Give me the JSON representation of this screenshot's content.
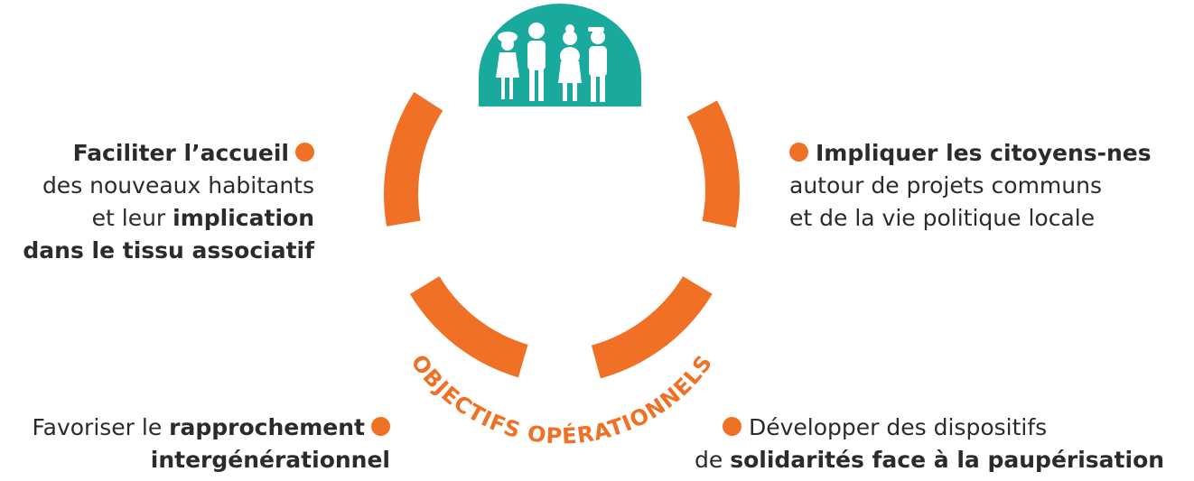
{
  "colors": {
    "accent": "#f07125",
    "illustration": "#1aa99d",
    "text": "#2b2b2b"
  },
  "illustration": {
    "icon": "group-of-people-icon"
  },
  "center_label": "OBJECTIFS OPÉRATIONNELS",
  "objectives": {
    "top_left": {
      "line1": "Faciliter l’accueil",
      "line2": "des nouveaux habitants",
      "line3_plain": "et leur ",
      "line3_bold": "implication",
      "line4": "dans le tissu associatif"
    },
    "top_right": {
      "line1": "Impliquer les citoyens-nes",
      "line2": "autour de projets communs",
      "line3": "et de la vie politique locale"
    },
    "bottom_left": {
      "line1_plain": "Favoriser le ",
      "line1_bold": "rapprochement",
      "line2": "intergénérationnel"
    },
    "bottom_right": {
      "line1": "Développer des dispositifs",
      "line2_plain": "de ",
      "line2_bold": "solidarités face à la paupérisation"
    }
  }
}
